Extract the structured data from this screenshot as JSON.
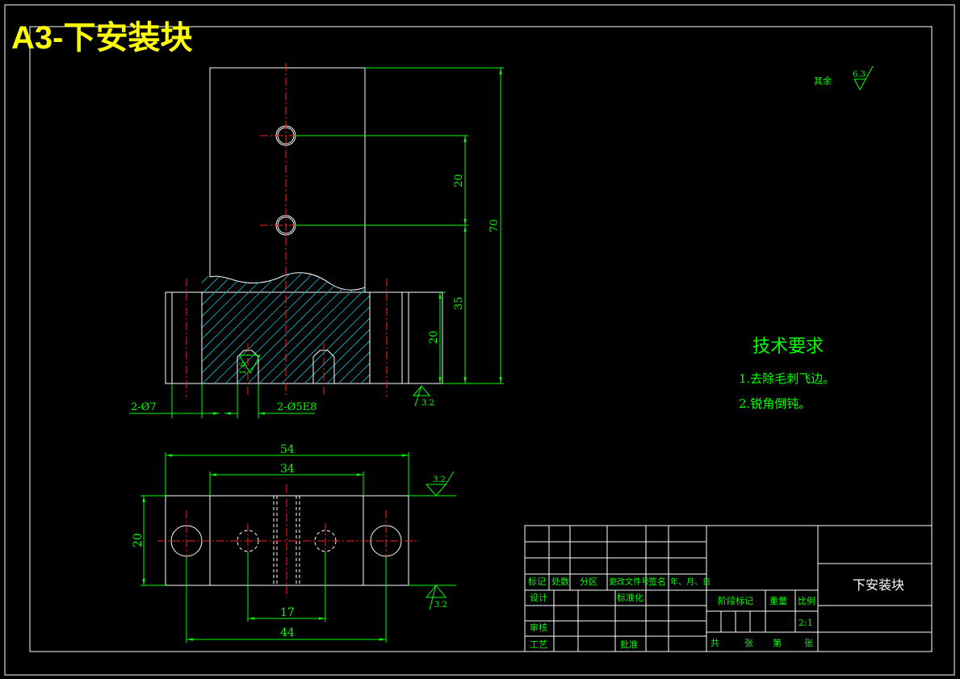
{
  "sheet_title": "A3-下安装块",
  "colors": {
    "background": "#000000",
    "outline": "#ffffff",
    "dimension": "#00ff00",
    "centerline": "#ff2020",
    "hatch": "#00bcd4",
    "title": "#ffff00"
  },
  "surface_finish": {
    "rest_label": "其余",
    "rest_value": "6.3",
    "bottom_value": "3.2",
    "hole_value": "1.6",
    "top_view_upper": "3.2",
    "top_view_lower": "3.2"
  },
  "front_view_dims": {
    "hole_spacing": "20",
    "lower_height": "35",
    "total_height": "70",
    "base_height": "20",
    "hole_left": "2-Ø7",
    "hole_right": "2-Ø5E8"
  },
  "top_view_dims": {
    "overall_width": "54",
    "inner_width": "34",
    "depth": "20",
    "pin_spacing": "17",
    "hole_spacing": "44"
  },
  "tech_requirements": {
    "title": "技术要求",
    "items": [
      "1.去除毛刺飞边。",
      "2.锐角倒钝。"
    ]
  },
  "title_block": {
    "part_name": "下安装块",
    "rev_headers": [
      "标记",
      "处数",
      "分区",
      "更改文件号",
      "签名",
      "年、月、日"
    ],
    "design": "设计",
    "standardize": "标准化",
    "stage_mark": "阶段标记",
    "weight": "重量",
    "scale": "比例",
    "scale_value": "2:1",
    "review": "审核",
    "process": "工艺",
    "approve": "批准",
    "total": "共",
    "sheets": "张",
    "no": "第",
    "sheet": "张"
  }
}
